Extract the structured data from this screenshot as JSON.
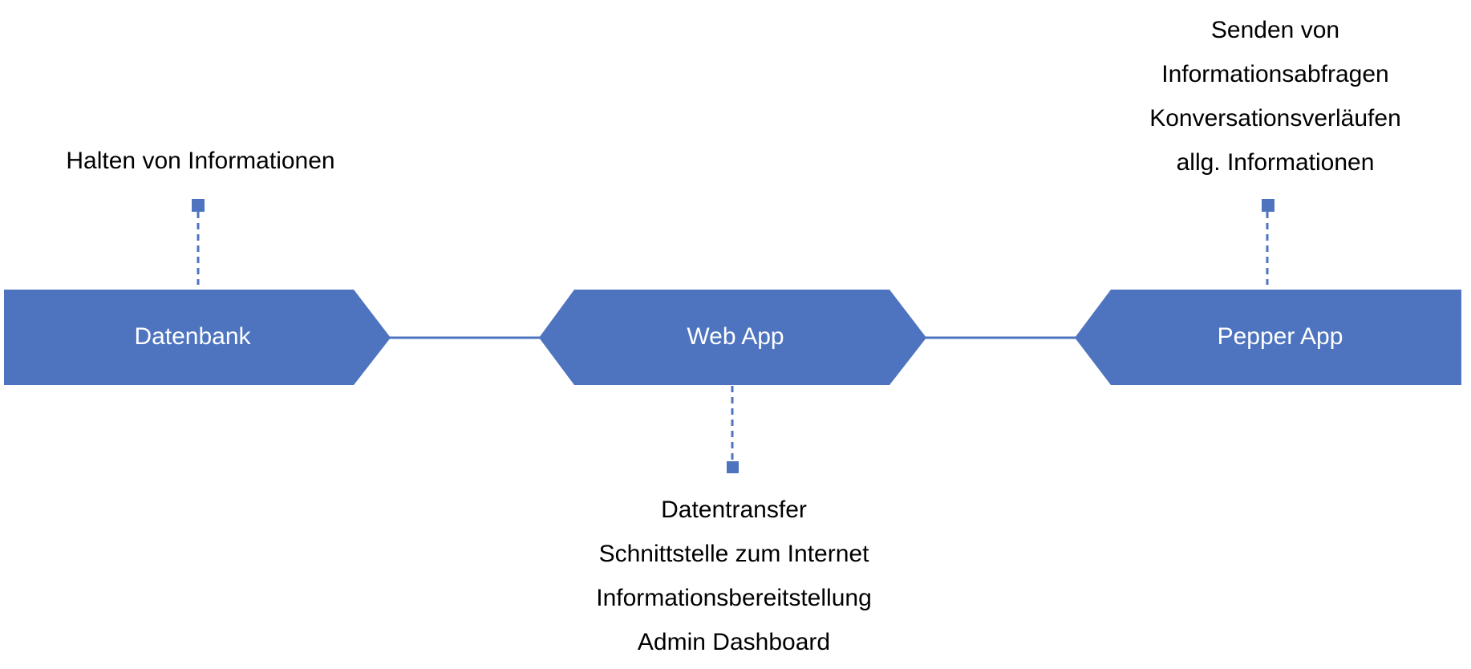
{
  "colors": {
    "shape_fill": "#4e74c0",
    "connector": "#4e74c0",
    "label_text": "#ffffff",
    "annotation_text": "#000000"
  },
  "nodes": [
    {
      "label": "Datenbank",
      "annotation": [
        "Halten von Informationen"
      ]
    },
    {
      "label": "Web App",
      "annotation": [
        "Datentransfer",
        "Schnittstelle zum Internet",
        "Informationsbereitstellung",
        "Admin Dashboard"
      ]
    },
    {
      "label": "Pepper App",
      "annotation": [
        "Senden von",
        "Informationsabfragen",
        "Konversationsverläufen",
        "allg. Informationen"
      ]
    }
  ]
}
